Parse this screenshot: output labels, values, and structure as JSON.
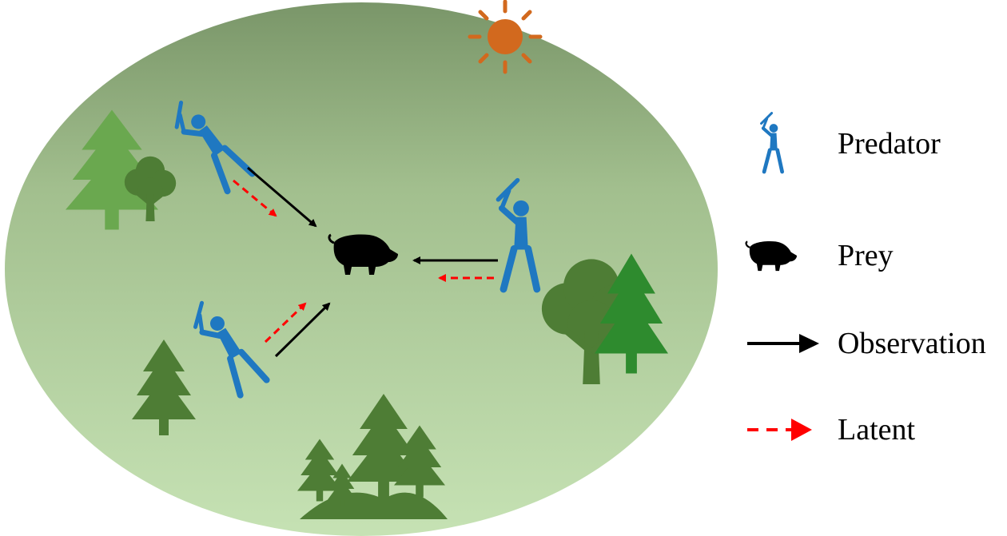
{
  "legend": {
    "predator": "Predator",
    "prey": "Prey",
    "observation": "Observation",
    "latent": "Latent"
  },
  "colors": {
    "field_top": "#7b9a6c",
    "field_bottom": "#c2e0b0",
    "predator": "#1f78c1",
    "prey": "#000000",
    "observation_arrow": "#000000",
    "latent_arrow": "#ff0000",
    "sun": "#d2691e",
    "tree_dark": "#4e7d35",
    "tree_light": "#6aa84f"
  },
  "icons": [
    "predator-icon",
    "prey-icon",
    "tree-icon",
    "sun-icon"
  ]
}
